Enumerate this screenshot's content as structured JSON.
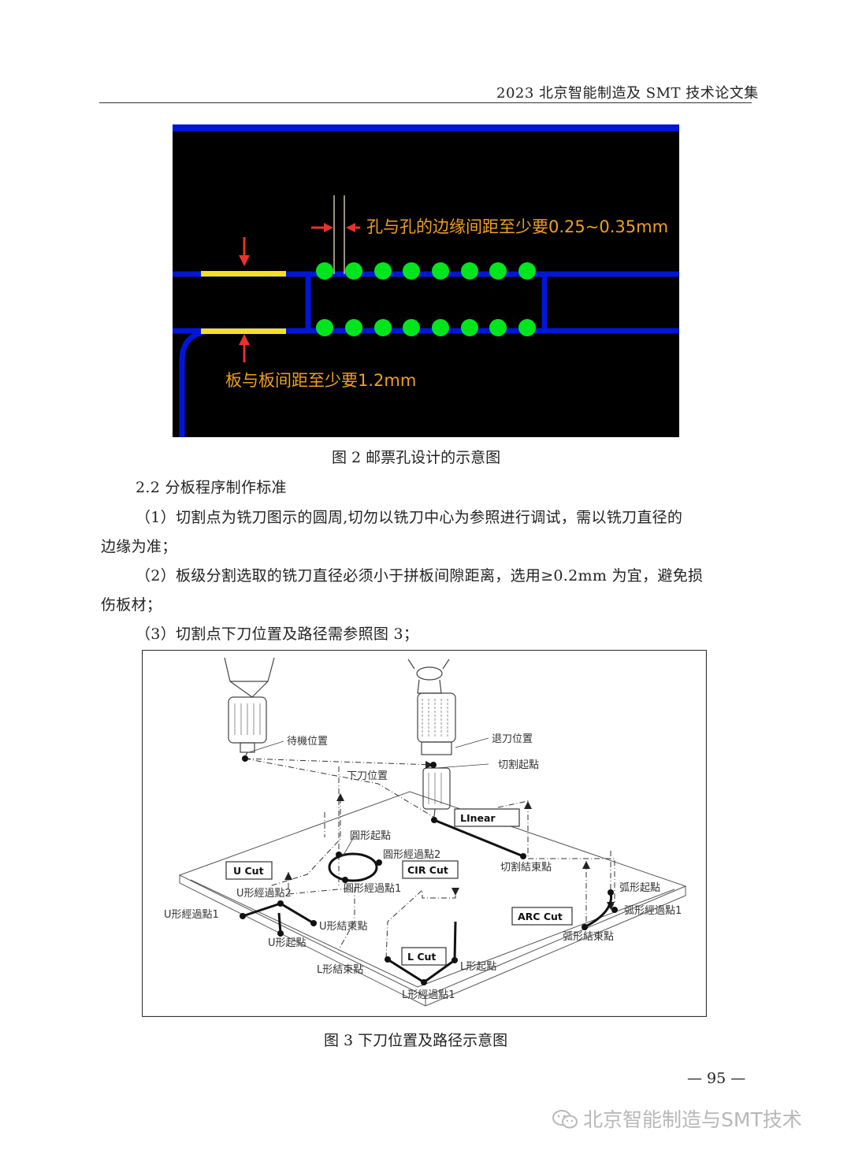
{
  "header": {
    "running_title": "2023 北京智能制造及 SMT 技术论文集"
  },
  "figure2": {
    "label_hole": "孔与孔的边缘间距至少要0.25~0.35mm",
    "label_board": "板与板间距至少要1.2mm",
    "caption": "图 2 邮票孔设计的示意图",
    "colors": {
      "background": "#000000",
      "outline": "#0016d6",
      "dots": "#00e61e",
      "rail": "#f3e11f",
      "arrow": "#e8322a",
      "text": "#f0a020"
    }
  },
  "section": {
    "heading": "2.2 分板程序制作标准"
  },
  "paragraphs": {
    "p1_line1": "（1）切割点为铣刀图示的圆周,切勿以铣刀中心为参照进行调试，需以铣刀直径的",
    "p1_line2": "边缘为准；",
    "p2_line1": "（2）板级分割选取的铣刀直径必须小于拼板间隙距离，选用≥0.2mm 为宜，避免损",
    "p2_line2": "伤板材；",
    "p3_line1": "（3）切割点下刀位置及路径需参照图 3；"
  },
  "figure3": {
    "caption": "图 3 下刀位置及路径示意图",
    "labels": {
      "standby": "待機位置",
      "retract": "退刀位置",
      "cut_start": "切割起點",
      "lower": "下刀位置",
      "linear": "LInear",
      "cut_end": "切割結東點",
      "circle_start": "圓形起點",
      "circle_pass2": "圓形經過點2",
      "circle_pass1": "圓形經過點1",
      "cir_cut": "CIR Cut",
      "u_cut": "U Cut",
      "u_pass2": "U形經過點2",
      "u_pass1": "U形經過點1",
      "u_end": "U形結東點",
      "u_start": "U形起點",
      "l_cut": "L Cut",
      "l_start": "L形起點",
      "l_end": "L形結束點",
      "l_pass1": "L形經過點1",
      "arc_cut": "ARC Cut",
      "arc_start": "弧形起點",
      "arc_pass1": "弧形經過點1",
      "arc_end": "弧形結東點"
    }
  },
  "footer": {
    "page_number": "— 95 —",
    "watermark": "北京智能制造与SMT技术"
  }
}
